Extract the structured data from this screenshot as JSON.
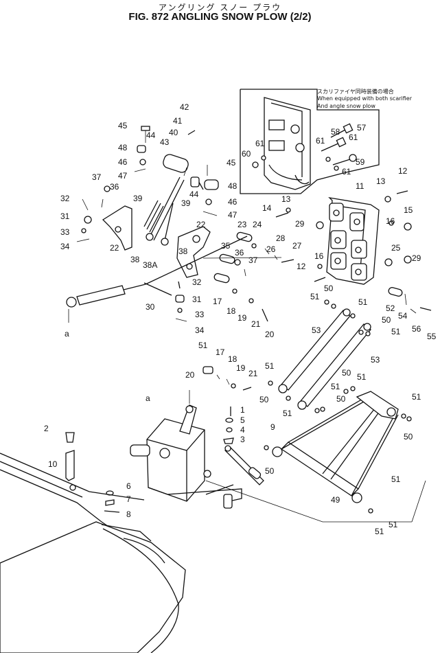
{
  "header": {
    "title_jp": "アングリング スノー プラウ",
    "title_en": "FIG. 872  ANGLING SNOW PLOW (2/2)"
  },
  "inset": {
    "note_jp": "スカリファイヤ同時装備の場合",
    "note_en_1": "When equipped with both scarifier",
    "note_en_2": "And angle snow plow"
  },
  "callouts": [
    "42",
    "41",
    "40",
    "45",
    "44",
    "43",
    "48",
    "46",
    "47",
    "45",
    "44",
    "48",
    "46",
    "47",
    "39",
    "39",
    "37",
    "36",
    "32",
    "31",
    "33",
    "34",
    "22",
    "38",
    "38A",
    "38",
    "22",
    "35",
    "23",
    "24",
    "36",
    "37",
    "26",
    "28",
    "27",
    "32",
    "30",
    "31",
    "33",
    "34",
    "17",
    "18",
    "19",
    "21",
    "20",
    "a",
    "57",
    "58",
    "61",
    "61",
    "60",
    "61",
    "59",
    "61",
    "13",
    "12",
    "11",
    "13",
    "14",
    "29",
    "16",
    "15",
    "25",
    "29",
    "16",
    "12",
    "50",
    "51",
    "52",
    "54",
    "56",
    "55",
    "50",
    "51",
    "53",
    "53",
    "51",
    "51",
    "50",
    "51",
    "50",
    "51",
    "51",
    "50",
    "51",
    "50",
    "51",
    "17",
    "18",
    "19",
    "21",
    "20",
    "a",
    "1",
    "5",
    "4",
    "3",
    "2",
    "10",
    "6",
    "7",
    "8",
    "9",
    "50",
    "51",
    "49",
    "51",
    "51",
    "50"
  ]
}
